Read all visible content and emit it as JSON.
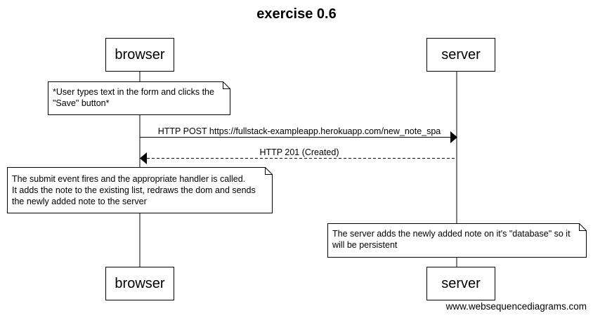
{
  "title": "exercise 0.6",
  "participants": {
    "browser": "browser",
    "server": "server"
  },
  "notes": {
    "user_action": "*User types text in the form and clicks the\n\"Save\" button*",
    "submit_event": "The submit event fires and the appropriate handler is called.\nIt adds the note to the existing list, redraws the dom and sends\nthe newly added note to the server",
    "server_persist": "The server adds the newly added note on it's \"database\" so it\nwill be persistent"
  },
  "messages": {
    "post_request": "HTTP POST https://fullstack-exampleapp.herokuapp.com/new_note_spa",
    "post_response": "HTTP 201 (Created)"
  },
  "footer": "www.websequencediagrams.com"
}
